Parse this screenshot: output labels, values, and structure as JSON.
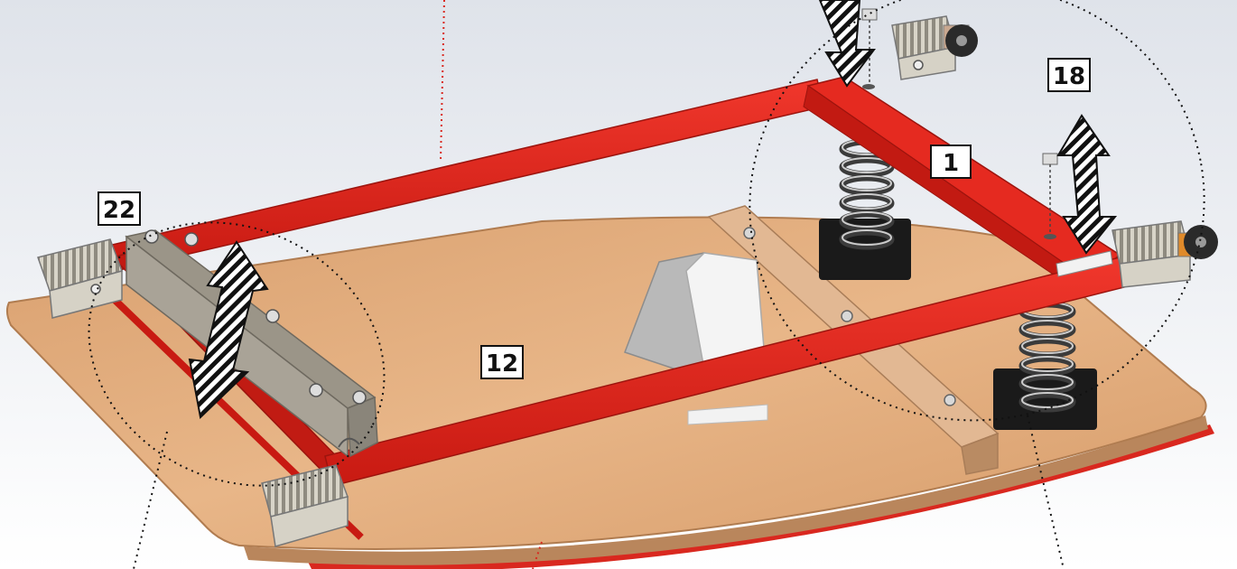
{
  "callouts": {
    "c1": "1",
    "c12": "12",
    "c18": "18",
    "c22": "22"
  },
  "colors": {
    "frame_red": "#e0241b",
    "board_wood": "#e6ad7c",
    "board_edge": "#caa07a",
    "pad_gray": "#cfcbbf",
    "spring_dark": "#333333",
    "arrow_black": "#111111"
  }
}
